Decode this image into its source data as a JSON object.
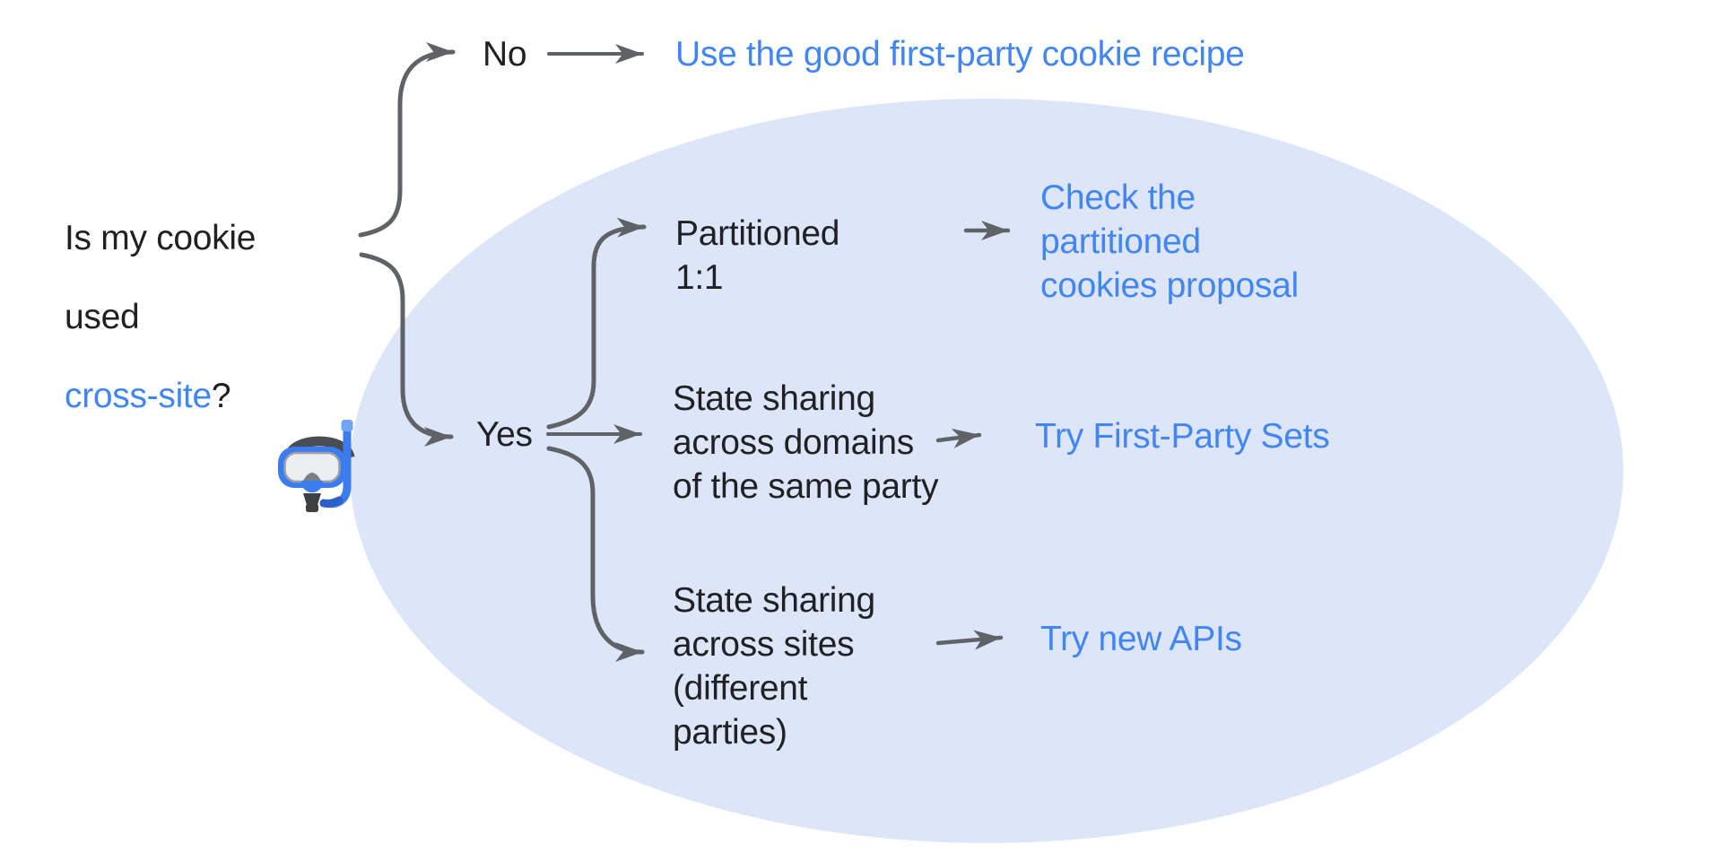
{
  "title": "Is my cookie used cross-site? decision flowchart",
  "colors": {
    "background": "#ffffff",
    "ellipse_fill": "#dde6f9",
    "text_dark": "#202124",
    "link_blue": "#4285f4",
    "arrow_gray": "#5f6368"
  },
  "question": {
    "line1": "Is my cookie",
    "line2": "used",
    "line3_highlight": "cross-site",
    "line3_suffix": "?"
  },
  "no_branch": {
    "label": "No",
    "result": "Use the good first-party cookie recipe"
  },
  "yes_branch": {
    "label": "Yes",
    "options": [
      {
        "condition": "Partitioned\n1:1",
        "result": "Check the\npartitioned\ncookies proposal"
      },
      {
        "condition": "State sharing\nacross domains\nof the same party",
        "result": "Try First-Party Sets"
      },
      {
        "condition": "State sharing\nacross sites\n(different\nparties)",
        "result": "Try new APIs"
      }
    ]
  },
  "icons": {
    "diving_mask": "diving-mask"
  }
}
